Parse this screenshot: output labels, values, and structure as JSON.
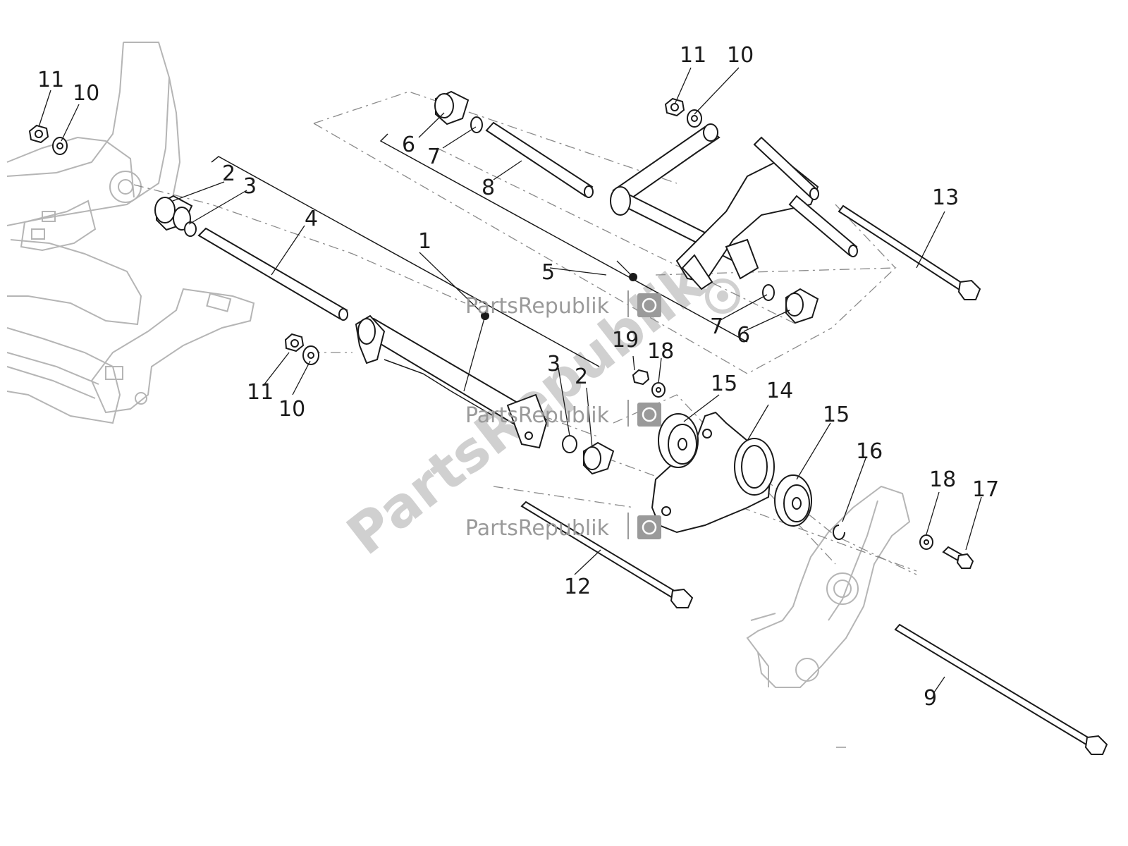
{
  "watermark": {
    "brand": "PartsRepublik",
    "large": "PartsRepublik"
  },
  "callouts": {
    "c1": "1",
    "c2a": "2",
    "c2b": "2",
    "c3a": "3",
    "c3b": "3",
    "c4": "4",
    "c5": "5",
    "c6a": "6",
    "c6b": "6",
    "c7a": "7",
    "c7b": "7",
    "c8": "8",
    "c9": "9",
    "c10a": "10",
    "c10b": "10",
    "c10c": "10",
    "c11a": "11",
    "c11b": "11",
    "c11c": "11",
    "c12": "12",
    "c13": "13",
    "c14": "14",
    "c15a": "15",
    "c15b": "15",
    "c16": "16",
    "c17": "17",
    "c18a": "18",
    "c18b": "18",
    "c19": "19"
  },
  "colors": {
    "line": "#1a1a1a",
    "frame": "#b5b5b5",
    "watermark": "#9a9a9a"
  }
}
